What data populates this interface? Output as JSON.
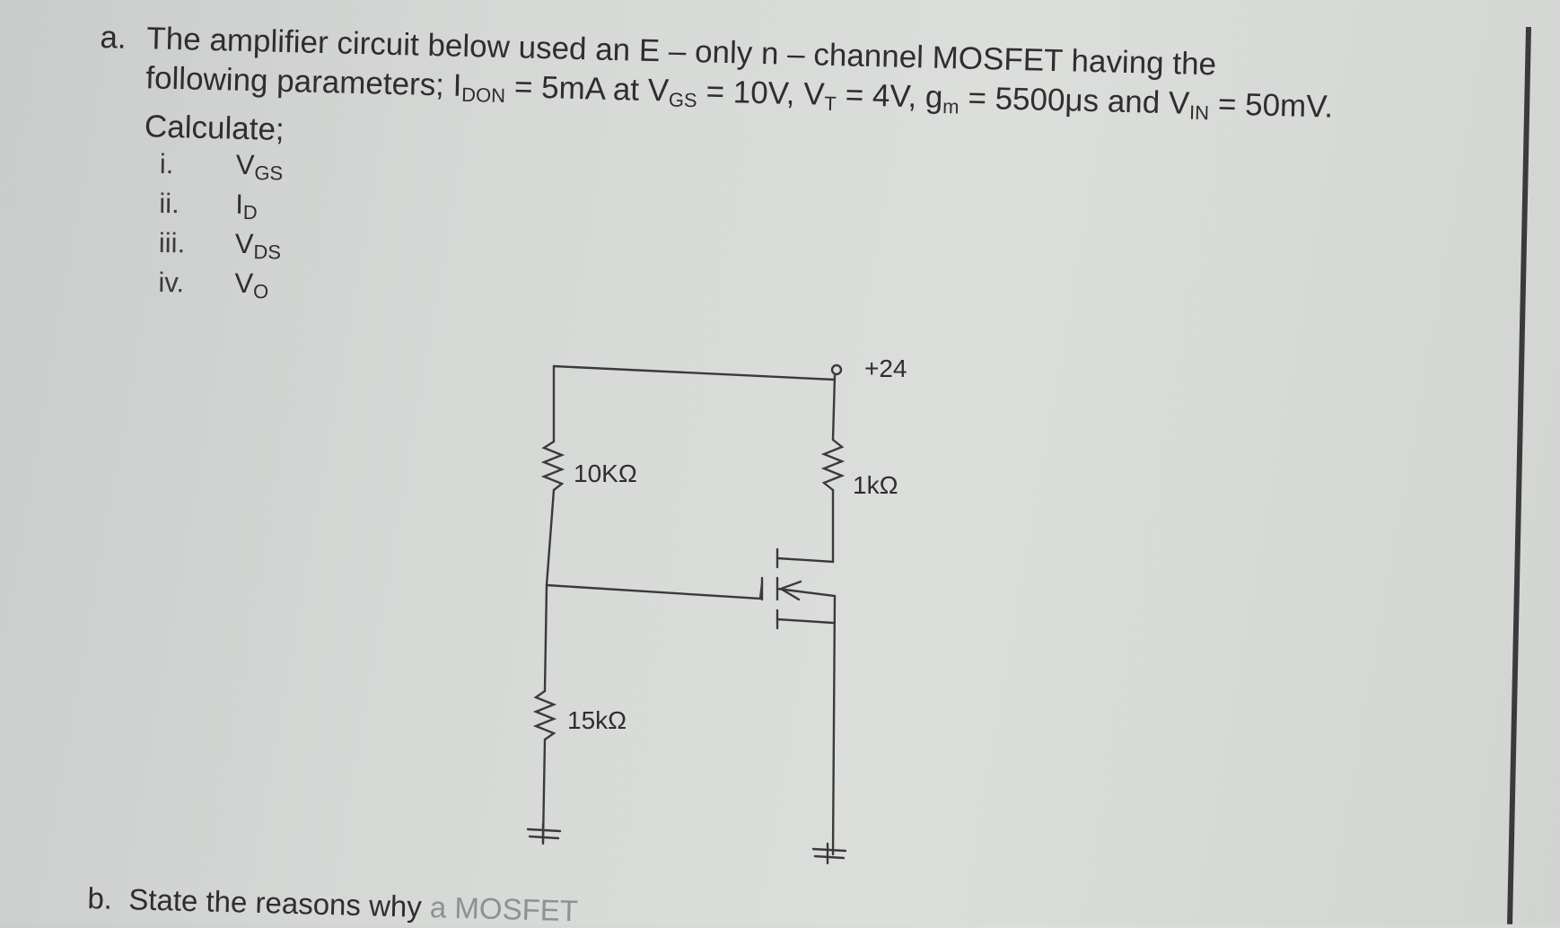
{
  "question_a": {
    "label": "a.",
    "line1": "The amplifier circuit below used an E – only n – channel MOSFET having the",
    "line2_start": "following parameters; I",
    "idon_sub": "DON",
    "line2_mid1": " = 5mA at V",
    "vgs_sub_a": "GS",
    "line2_mid2": " = 10V, V",
    "vt_sub": "T",
    "line2_mid3": " = 4V, g",
    "gm_sub": "m",
    "line2_mid4": " = 5500μs and V",
    "vin_sub": "IN",
    "line2_end": " = 50mV.",
    "line3": "Calculate;"
  },
  "items": [
    {
      "roman": "i.",
      "base": "V",
      "sub": "GS"
    },
    {
      "roman": "ii.",
      "base": "I",
      "sub": "D"
    },
    {
      "roman": "iii.",
      "base": "V",
      "sub": "DS"
    },
    {
      "roman": "iv.",
      "base": "V",
      "sub": "O"
    }
  ],
  "circuit": {
    "supply": "+24",
    "r_top_left": "10KΩ",
    "r_bottom_left": "15kΩ",
    "r_drain": "1kΩ"
  },
  "question_b": {
    "label": "b.",
    "text_visible": "State the reasons why",
    "text_faded": "a MOSFET"
  }
}
